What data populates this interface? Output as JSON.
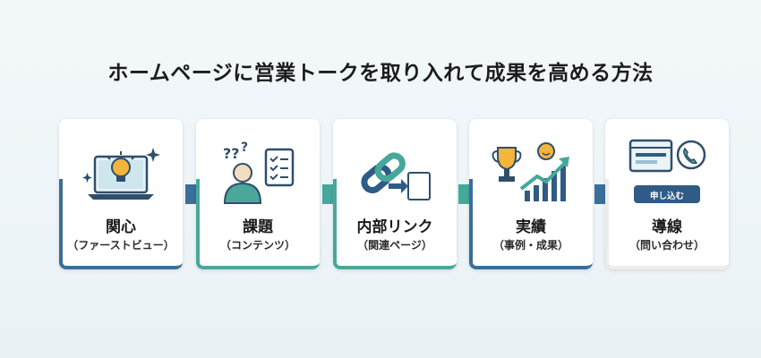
{
  "title": "ホームページに営業トークを取り入れて成果を高める方法",
  "colors": {
    "blue": "#3a6f9a",
    "teal": "#45a89a",
    "navy": "#2f5b86",
    "orange": "#f5b43c"
  },
  "steps": [
    {
      "label": "関心",
      "sub": "（ファーストビュー）",
      "accent": "#3e6e93",
      "icon": "laptop-lightbulb-icon"
    },
    {
      "label": "課題",
      "sub": "（コンテンツ）",
      "accent": "#4aa79a",
      "icon": "thinking-person-checklist-icon"
    },
    {
      "label": "内部リンク",
      "sub": "（関連ページ）",
      "accent": "#4aa79a",
      "icon": "chain-link-document-icon"
    },
    {
      "label": "実績",
      "sub": "（事例・成果）",
      "accent": "#3a6e99",
      "icon": "trophy-growth-chart-icon"
    },
    {
      "label": "導線",
      "sub": "（問い合わせ）",
      "accent": "#ececec",
      "icon": "browser-phone-icon",
      "button_label": "申し込む"
    }
  ]
}
